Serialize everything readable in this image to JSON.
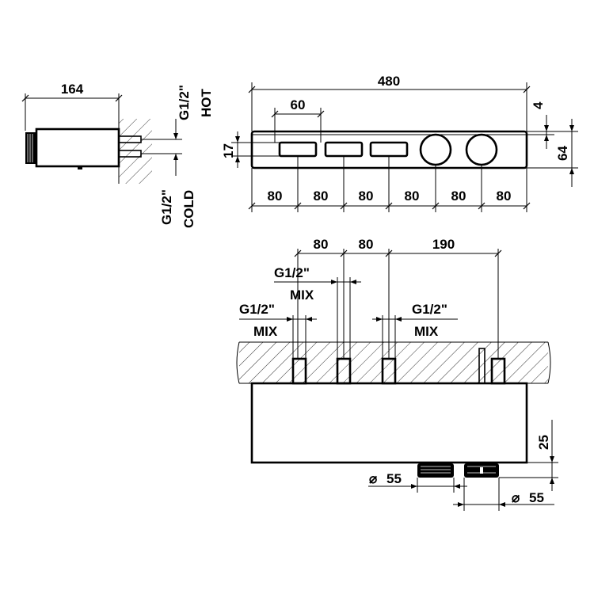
{
  "dimensions": {
    "side_depth": "164",
    "total_width": "480",
    "button_width": "60",
    "button_height": "17",
    "top_offset": "4",
    "height": "64",
    "pitch": [
      "80",
      "80",
      "80",
      "80",
      "80",
      "80"
    ],
    "rear_pitch_a": "80",
    "rear_pitch_b": "80",
    "rear_pitch_c": "190",
    "knob_projection": "25",
    "knob_diameter_left": "55",
    "knob_diameter_right": "55",
    "diameter_symbol": "⌀"
  },
  "connections": {
    "hot_thread": "G1/2\"",
    "hot_label": "HOT",
    "cold_thread": "G1/2\"",
    "cold_label": "COLD",
    "mix_left_thread": "G1/2\"",
    "mix_left_label": "MIX",
    "mix_center_thread": "G1/2\"",
    "mix_center_label": "MIX",
    "mix_right_thread": "G1/2\"",
    "mix_right_label": "MIX"
  },
  "colors": {
    "ink": "#000000",
    "background": "#ffffff"
  }
}
